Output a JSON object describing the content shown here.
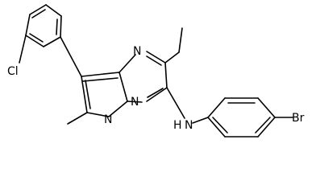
{
  "diagram": {
    "atom_labels": {
      "chlorine": "Cl",
      "pyrimidine_nitrogen": "N",
      "bridgehead_nitrogen": "N",
      "pyrazole_nitrogen": "N",
      "amine_nitrogen": "N",
      "amine_hydrogen": "H",
      "bromine": "Br"
    },
    "colors": {
      "bond": "#000000",
      "label": "#000000",
      "background": "#ffffff"
    }
  }
}
